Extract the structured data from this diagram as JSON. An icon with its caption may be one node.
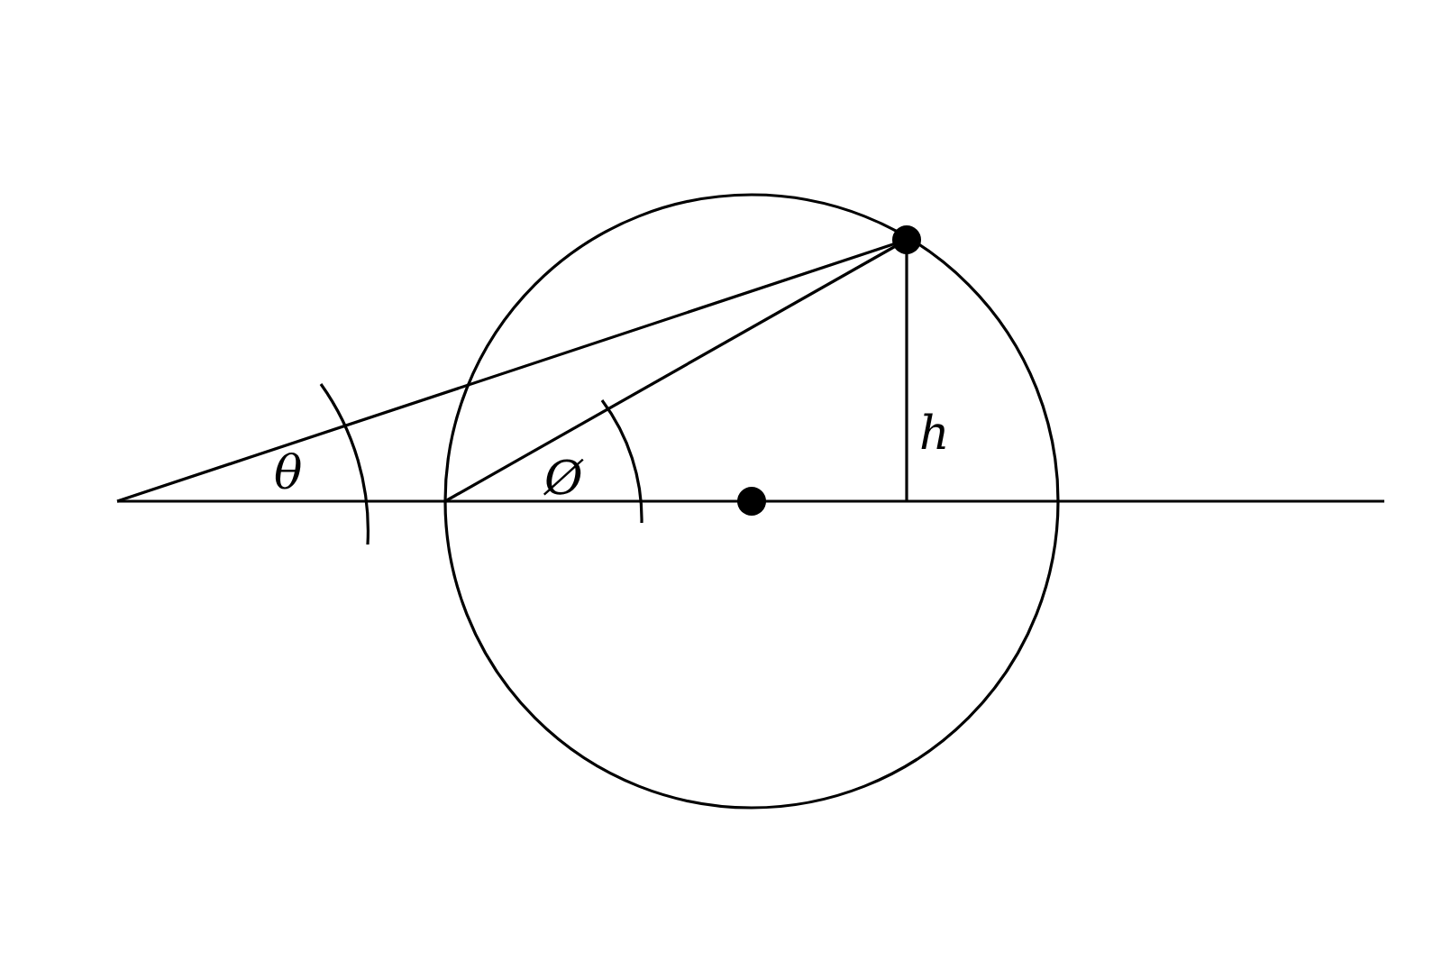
{
  "diagram": {
    "labels": [
      "θ",
      "Ø",
      "h"
    ]
  }
}
